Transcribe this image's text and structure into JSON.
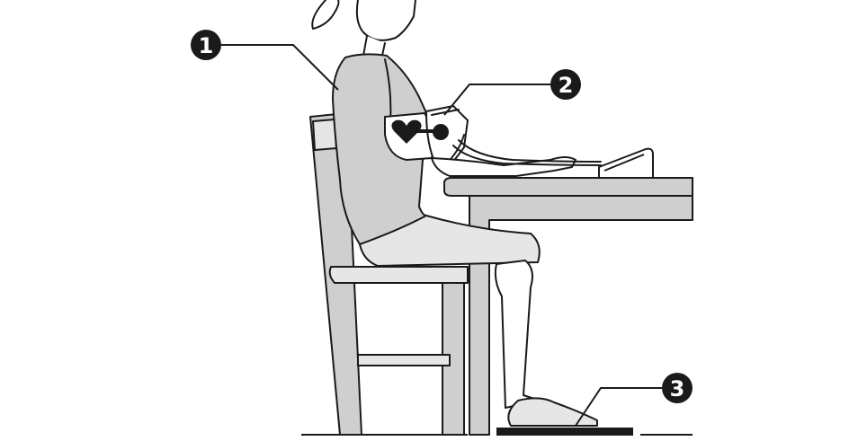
{
  "callouts": [
    {
      "id": "1",
      "label": "1",
      "target": "back-posture"
    },
    {
      "id": "2",
      "label": "2",
      "target": "cuff-at-heart-level"
    },
    {
      "id": "3",
      "label": "3",
      "target": "feet-flat-on-floor"
    }
  ],
  "colors": {
    "line": "#1a1a1a",
    "fill_gray": "#cfcfcf",
    "fill_light": "#e6e6e6",
    "fill_white": "#ffffff",
    "badge": "#1a1a1a"
  }
}
